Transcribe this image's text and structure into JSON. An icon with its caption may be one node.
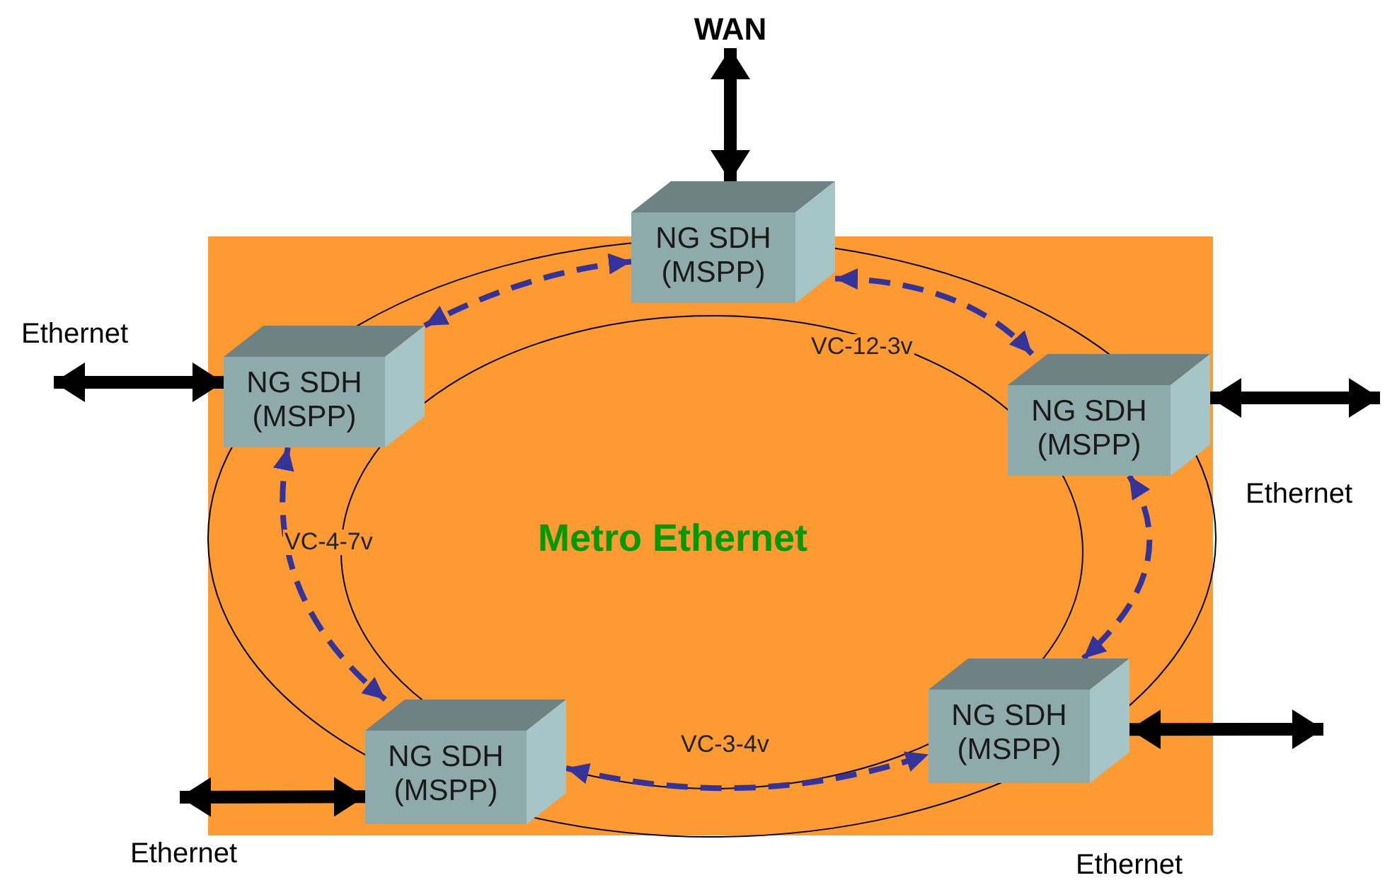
{
  "diagram": {
    "nodes": [
      {
        "text": [
          "Metro Ethernet"
        ]
      },
      {
        "text": [
          "NG SDH (MSPP)"
        ]
      },
      {
        "text": [
          "NG SDH (MSPP)"
        ],
        "in": 0
      },
      {
        "text": [
          "NG SDH (MSPP)"
        ],
        "in": 0
      },
      {
        "text": [
          "NG SDH (MSPP)"
        ],
        "in": 0
      },
      {
        "text": [
          "NG SDH (MSPP)"
        ],
        "in": 0
      },
      {
        "text": [
          "WAN"
        ]
      }
    ],
    "edges": [
      {
        "from": 6,
        "to": 1,
        "arrow": "both",
        "style": "thick"
      },
      {
        "from": null,
        "to": 2,
        "arrow": "both",
        "style": "thick"
      },
      {
        "from": null,
        "to": 3,
        "arrow": "both",
        "style": "thick"
      },
      {
        "from": null,
        "to": 4,
        "arrow": "both",
        "style": "thick"
      },
      {
        "from": null,
        "to": 5,
        "arrow": "both",
        "style": "thick"
      },
      {
        "from": 1,
        "to": 2,
        "arrow": "both",
        "style": "dashed",
        "color": "#333399"
      },
      {
        "from": 1,
        "to": 3,
        "arrow": "both",
        "style": "dashed",
        "color": "#333399",
        "label": "VC-12-3v"
      },
      {
        "from": 2,
        "to": 4,
        "arrow": "both",
        "style": "dashed",
        "color": "#333399",
        "label": "VC-4-7v"
      },
      {
        "from": 3,
        "to": 5,
        "arrow": "both",
        "style": "dashed",
        "color": "#333399"
      },
      {
        "from": 4,
        "to": 5,
        "arrow": "both",
        "style": "dashed",
        "color": "#333399",
        "label": "VC-3-4v"
      }
    ],
    "labels": [
      "Ethernet",
      "Ethernet",
      "Ethernet",
      "Ethernet"
    ]
  }
}
